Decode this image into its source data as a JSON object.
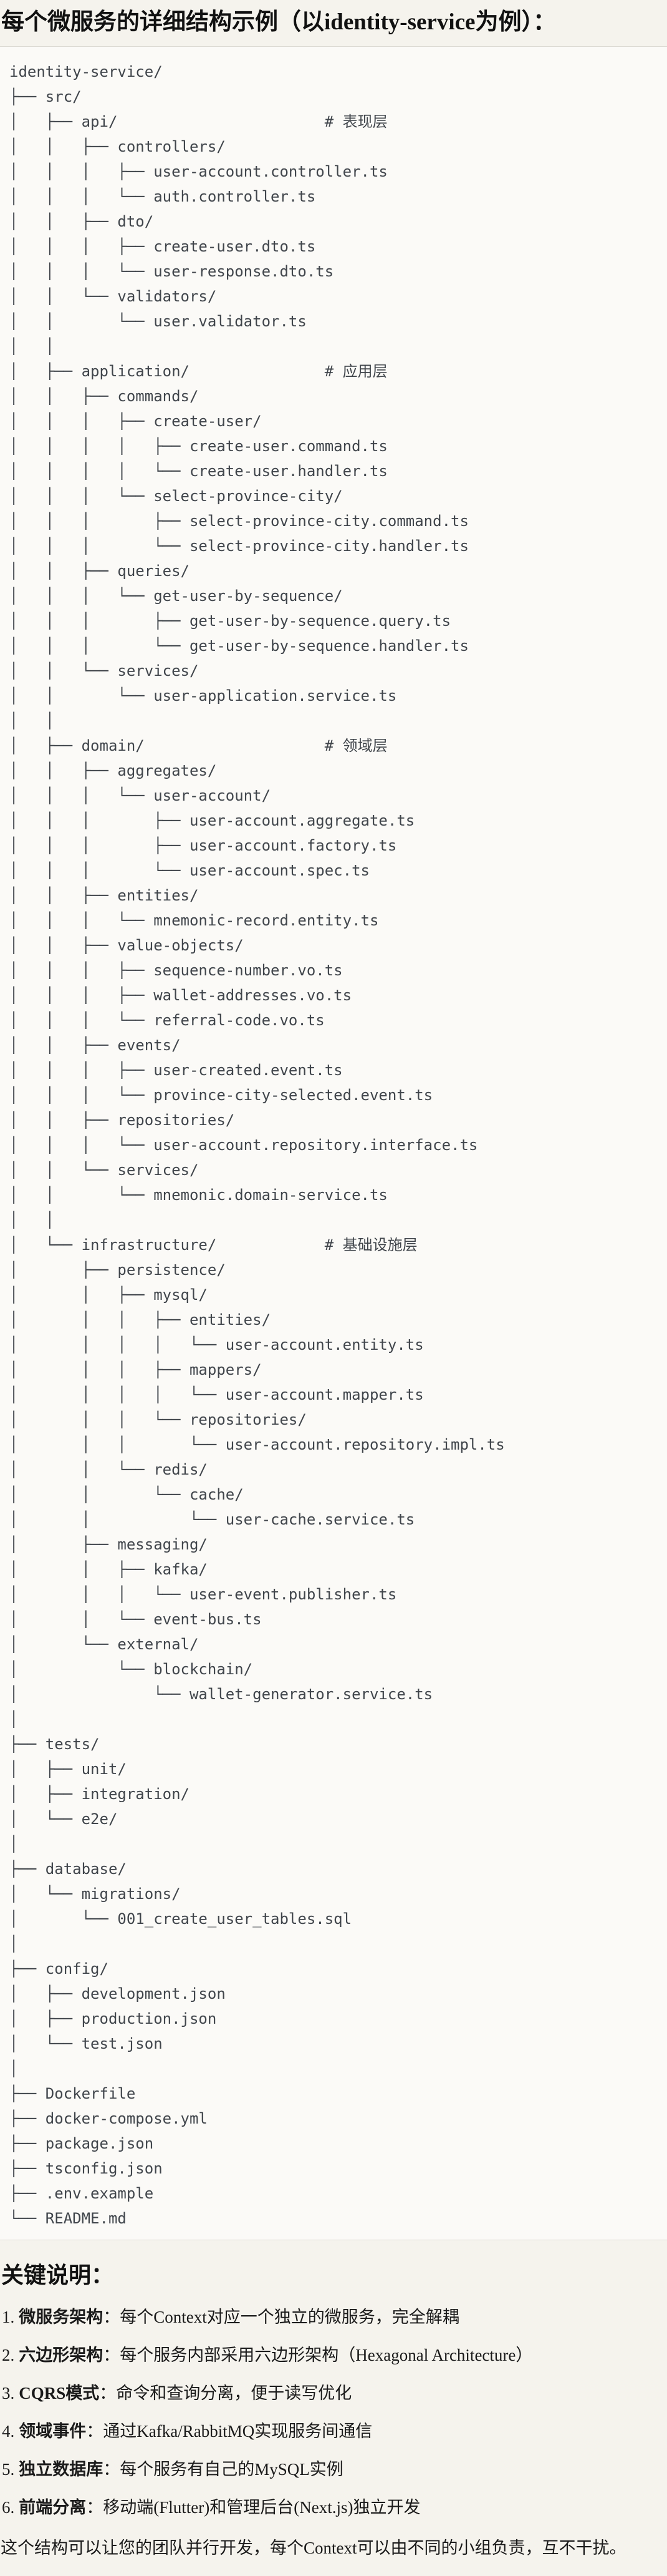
{
  "title": "每个微服务的详细结构示例（以identity-service为例）：",
  "tree": {
    "text": "identity-service/\n├── src/\n│   ├── api/                       # 表现层\n│   │   ├── controllers/\n│   │   │   ├── user-account.controller.ts\n│   │   │   └── auth.controller.ts\n│   │   ├── dto/\n│   │   │   ├── create-user.dto.ts\n│   │   │   └── user-response.dto.ts\n│   │   └── validators/\n│   │       └── user.validator.ts\n│   │\n│   ├── application/               # 应用层\n│   │   ├── commands/\n│   │   │   ├── create-user/\n│   │   │   │   ├── create-user.command.ts\n│   │   │   │   └── create-user.handler.ts\n│   │   │   └── select-province-city/\n│   │   │       ├── select-province-city.command.ts\n│   │   │       └── select-province-city.handler.ts\n│   │   ├── queries/\n│   │   │   └── get-user-by-sequence/\n│   │   │       ├── get-user-by-sequence.query.ts\n│   │   │       └── get-user-by-sequence.handler.ts\n│   │   └── services/\n│   │       └── user-application.service.ts\n│   │\n│   ├── domain/                    # 领域层\n│   │   ├── aggregates/\n│   │   │   └── user-account/\n│   │   │       ├── user-account.aggregate.ts\n│   │   │       ├── user-account.factory.ts\n│   │   │       └── user-account.spec.ts\n│   │   ├── entities/\n│   │   │   └── mnemonic-record.entity.ts\n│   │   ├── value-objects/\n│   │   │   ├── sequence-number.vo.ts\n│   │   │   ├── wallet-addresses.vo.ts\n│   │   │   └── referral-code.vo.ts\n│   │   ├── events/\n│   │   │   ├── user-created.event.ts\n│   │   │   └── province-city-selected.event.ts\n│   │   ├── repositories/\n│   │   │   └── user-account.repository.interface.ts\n│   │   └── services/\n│   │       └── mnemonic.domain-service.ts\n│   │\n│   └── infrastructure/            # 基础设施层\n│       ├── persistence/\n│       │   ├── mysql/\n│       │   │   ├── entities/\n│       │   │   │   └── user-account.entity.ts\n│       │   │   ├── mappers/\n│       │   │   │   └── user-account.mapper.ts\n│       │   │   └── repositories/\n│       │   │       └── user-account.repository.impl.ts\n│       │   └── redis/\n│       │       └── cache/\n│       │           └── user-cache.service.ts\n│       ├── messaging/\n│       │   ├── kafka/\n│       │   │   └── user-event.publisher.ts\n│       │   └── event-bus.ts\n│       └── external/\n│           └── blockchain/\n│               └── wallet-generator.service.ts\n│\n├── tests/\n│   ├── unit/\n│   ├── integration/\n│   └── e2e/\n│\n├── database/\n│   └── migrations/\n│       └── 001_create_user_tables.sql\n│\n├── config/\n│   ├── development.json\n│   ├── production.json\n│   └── test.json\n│\n├── Dockerfile\n├── docker-compose.yml\n├── package.json\n├── tsconfig.json\n├── .env.example\n└── README.md"
  },
  "notes": {
    "heading": "关键说明：",
    "items": [
      {
        "num": "1.",
        "term": "微服务架构",
        "colon": "：",
        "desc": "每个Context对应一个独立的微服务，完全解耦"
      },
      {
        "num": "2.",
        "term": "六边形架构",
        "colon": "：",
        "desc": "每个服务内部采用六边形架构（Hexagonal Architecture）"
      },
      {
        "num": "3.",
        "term": "CQRS模式",
        "colon": "：",
        "desc": "命令和查询分离，便于读写优化"
      },
      {
        "num": "4.",
        "term": "领域事件",
        "colon": "：",
        "desc": "通过Kafka/RabbitMQ实现服务间通信"
      },
      {
        "num": "5.",
        "term": "独立数据库",
        "colon": "：",
        "desc": "每个服务有自己的MySQL实例"
      },
      {
        "num": "6.",
        "term": "前端分离",
        "colon": "：",
        "desc": "移动端(Flutter)和管理后台(Next.js)独立开发"
      }
    ],
    "footer": "这个结构可以让您的团队并行开发，每个Context可以由不同的小组负责，互不干扰。"
  },
  "colors": {
    "page_bg": "#f5f3ed",
    "code_bg": "#fbfaf7",
    "border": "#dcdad3",
    "code_text": "#40454b",
    "text": "#1a1a1a"
  }
}
